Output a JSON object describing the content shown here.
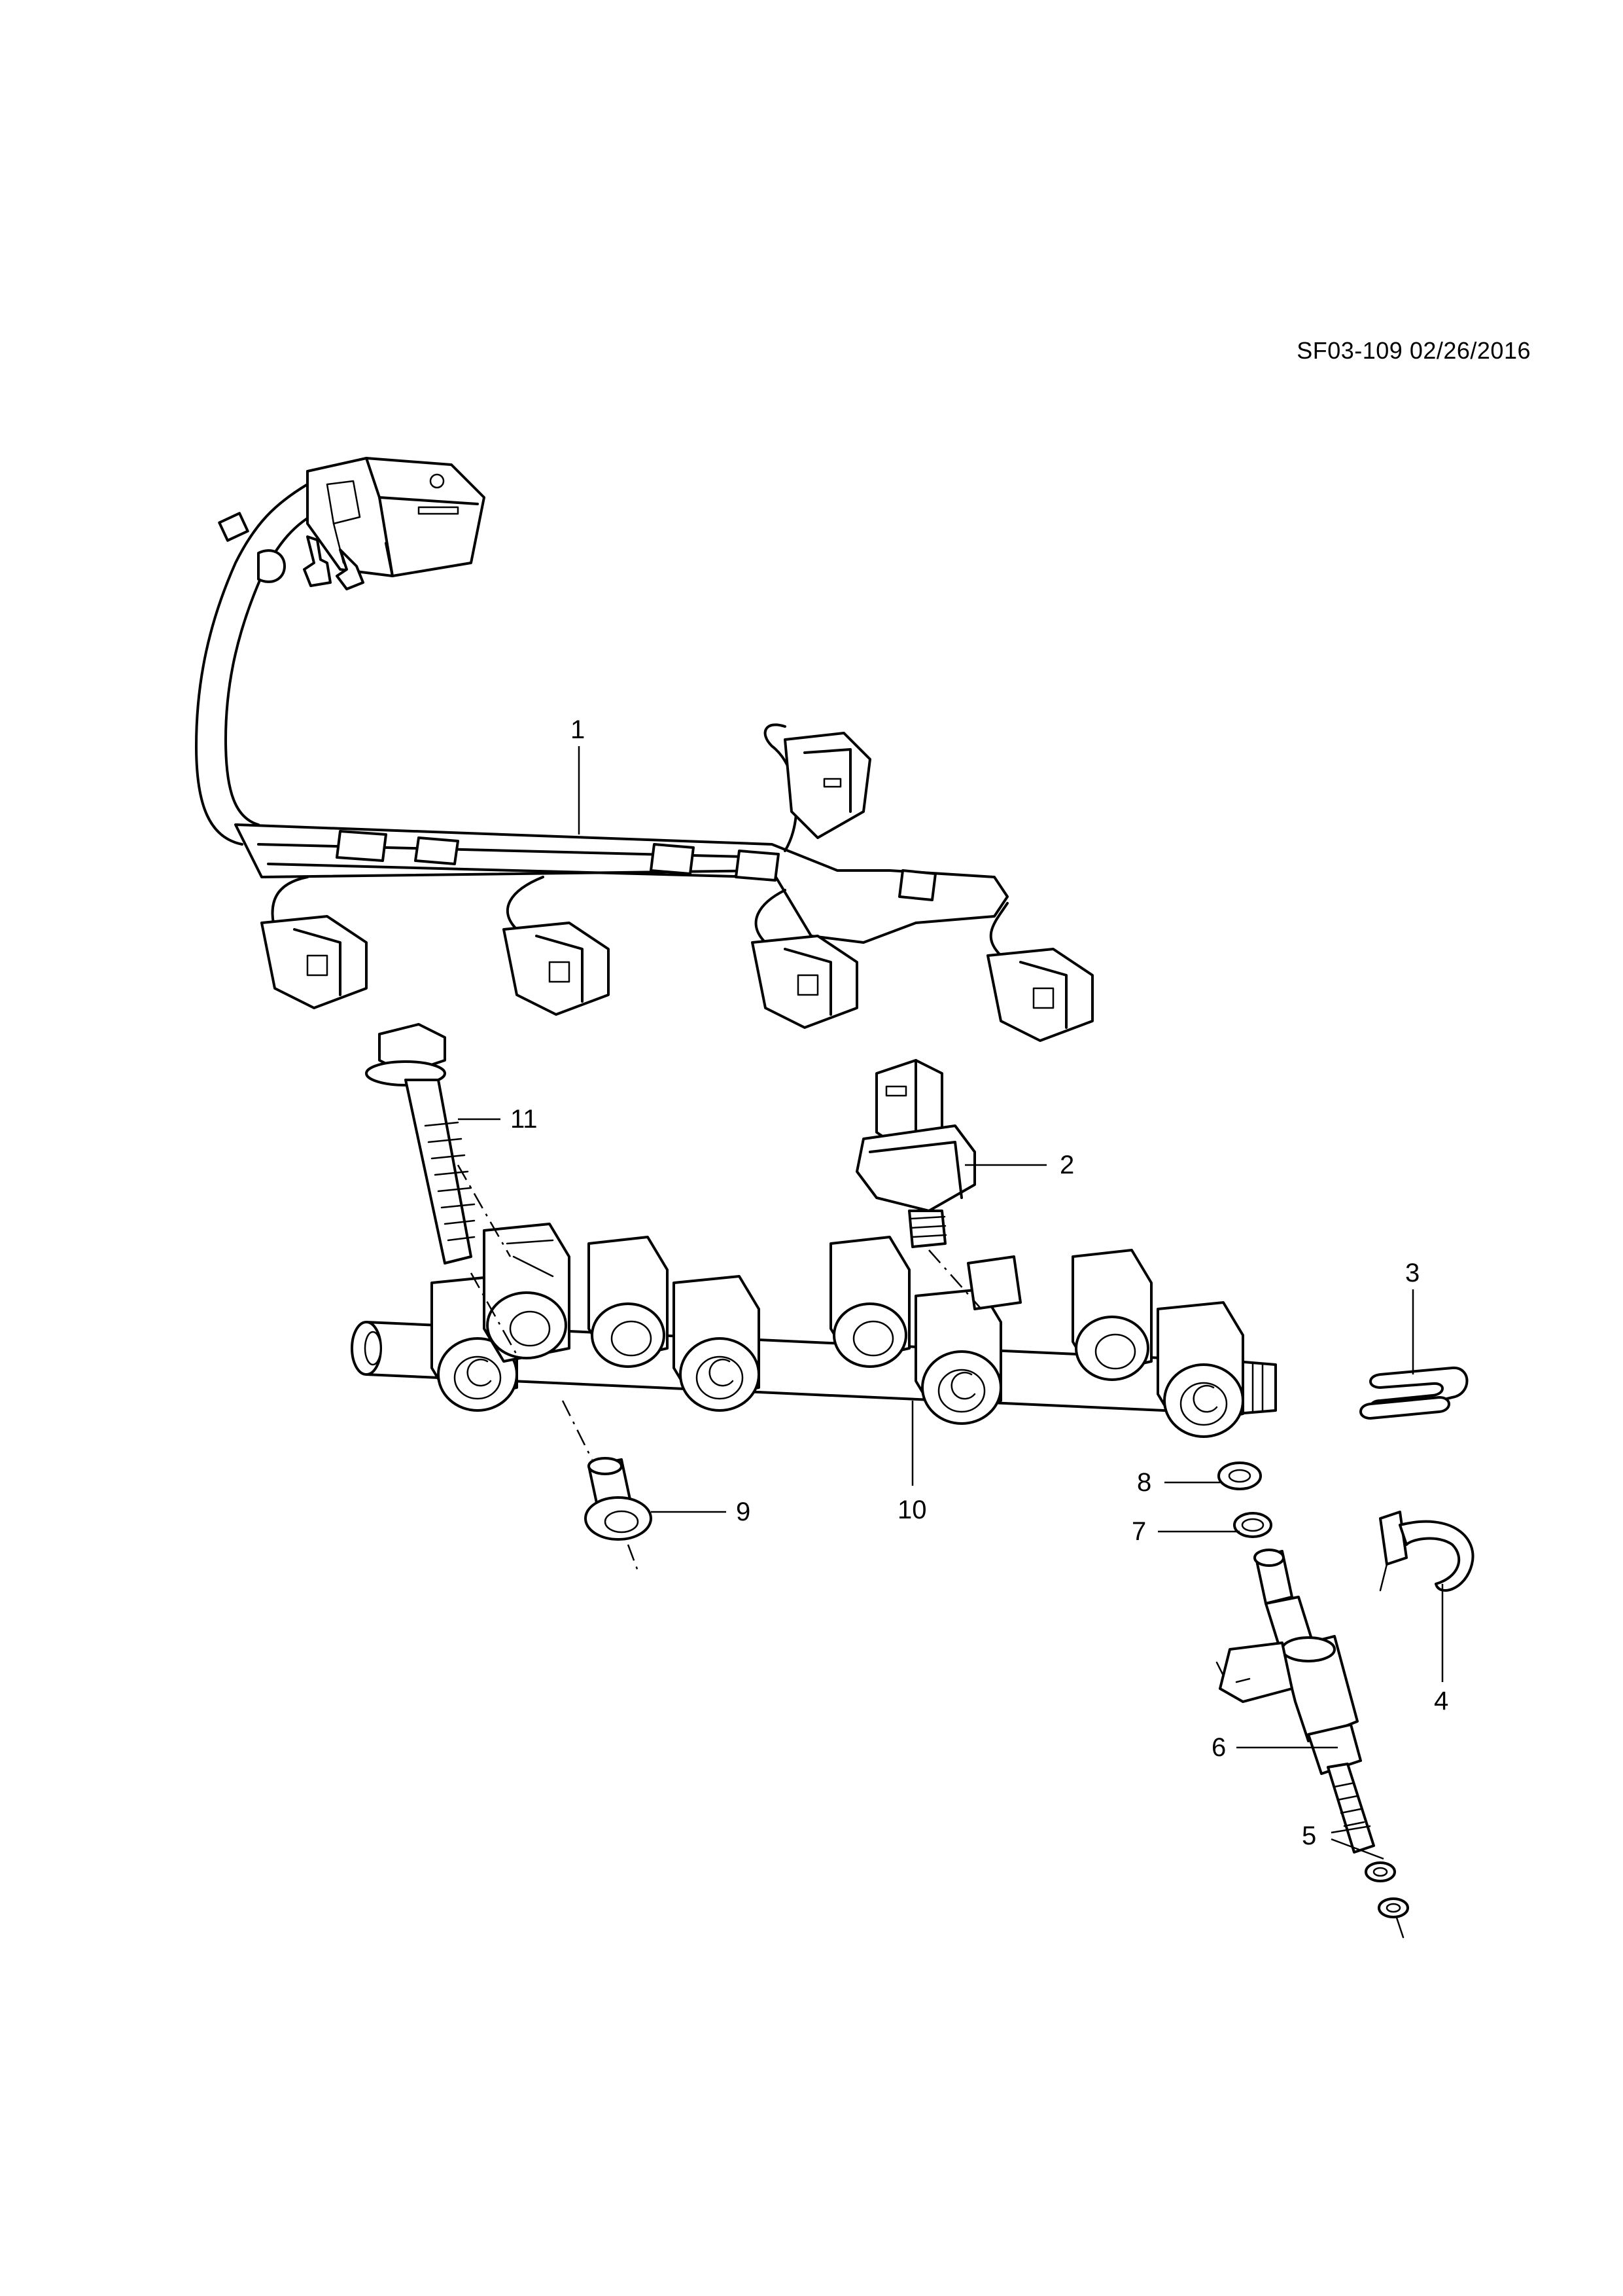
{
  "document": {
    "reference": "SF03-109 02/26/2016"
  },
  "callouts": [
    {
      "number": "1"
    },
    {
      "number": "2"
    },
    {
      "number": "3"
    },
    {
      "number": "4"
    },
    {
      "number": "5"
    },
    {
      "number": "6"
    },
    {
      "number": "7"
    },
    {
      "number": "8"
    },
    {
      "number": "9"
    },
    {
      "number": "10"
    },
    {
      "number": "11"
    }
  ]
}
